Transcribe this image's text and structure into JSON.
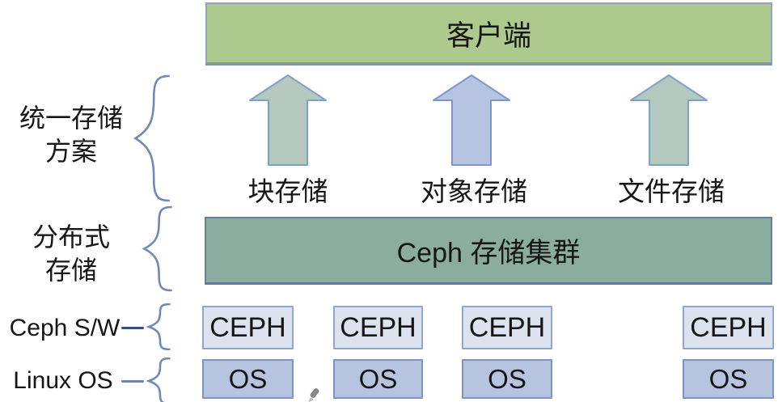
{
  "top_bar": {
    "label": "客户端"
  },
  "arrows": [
    {
      "label": "块存储",
      "fill": "#b5c8bd",
      "stroke": "#7ea0cc"
    },
    {
      "label": "对象存储",
      "fill": "#b6c3e1",
      "stroke": "#7e96cb"
    },
    {
      "label": "文件存储",
      "fill": "#b5c8bd",
      "stroke": "#7ea0cc"
    }
  ],
  "cluster_bar": {
    "label": "Ceph 存储集群"
  },
  "side_labels": {
    "unified": {
      "line1": "统一存储",
      "line2": "方案"
    },
    "distributed": {
      "line1": "分布式",
      "line2": "存储"
    },
    "ceph_sw": {
      "label": "Ceph S/W"
    },
    "linux_os": {
      "label": "Linux OS"
    }
  },
  "nodes": {
    "ceph_label": "CEPH",
    "os_label": "OS",
    "column_count": 4
  },
  "colors": {
    "client_bar_fill": "#adc98e",
    "cluster_bar_fill": "#8bad9f",
    "ceph_box_fill": "#dce3ef",
    "os_box_fill": "#b6c4df",
    "arrow_green": "#b5c8bd",
    "arrow_blue": "#b6c3e1",
    "brace_stroke": "#7089b8",
    "border_blue": "#8fa5bc",
    "text": "#161616"
  }
}
